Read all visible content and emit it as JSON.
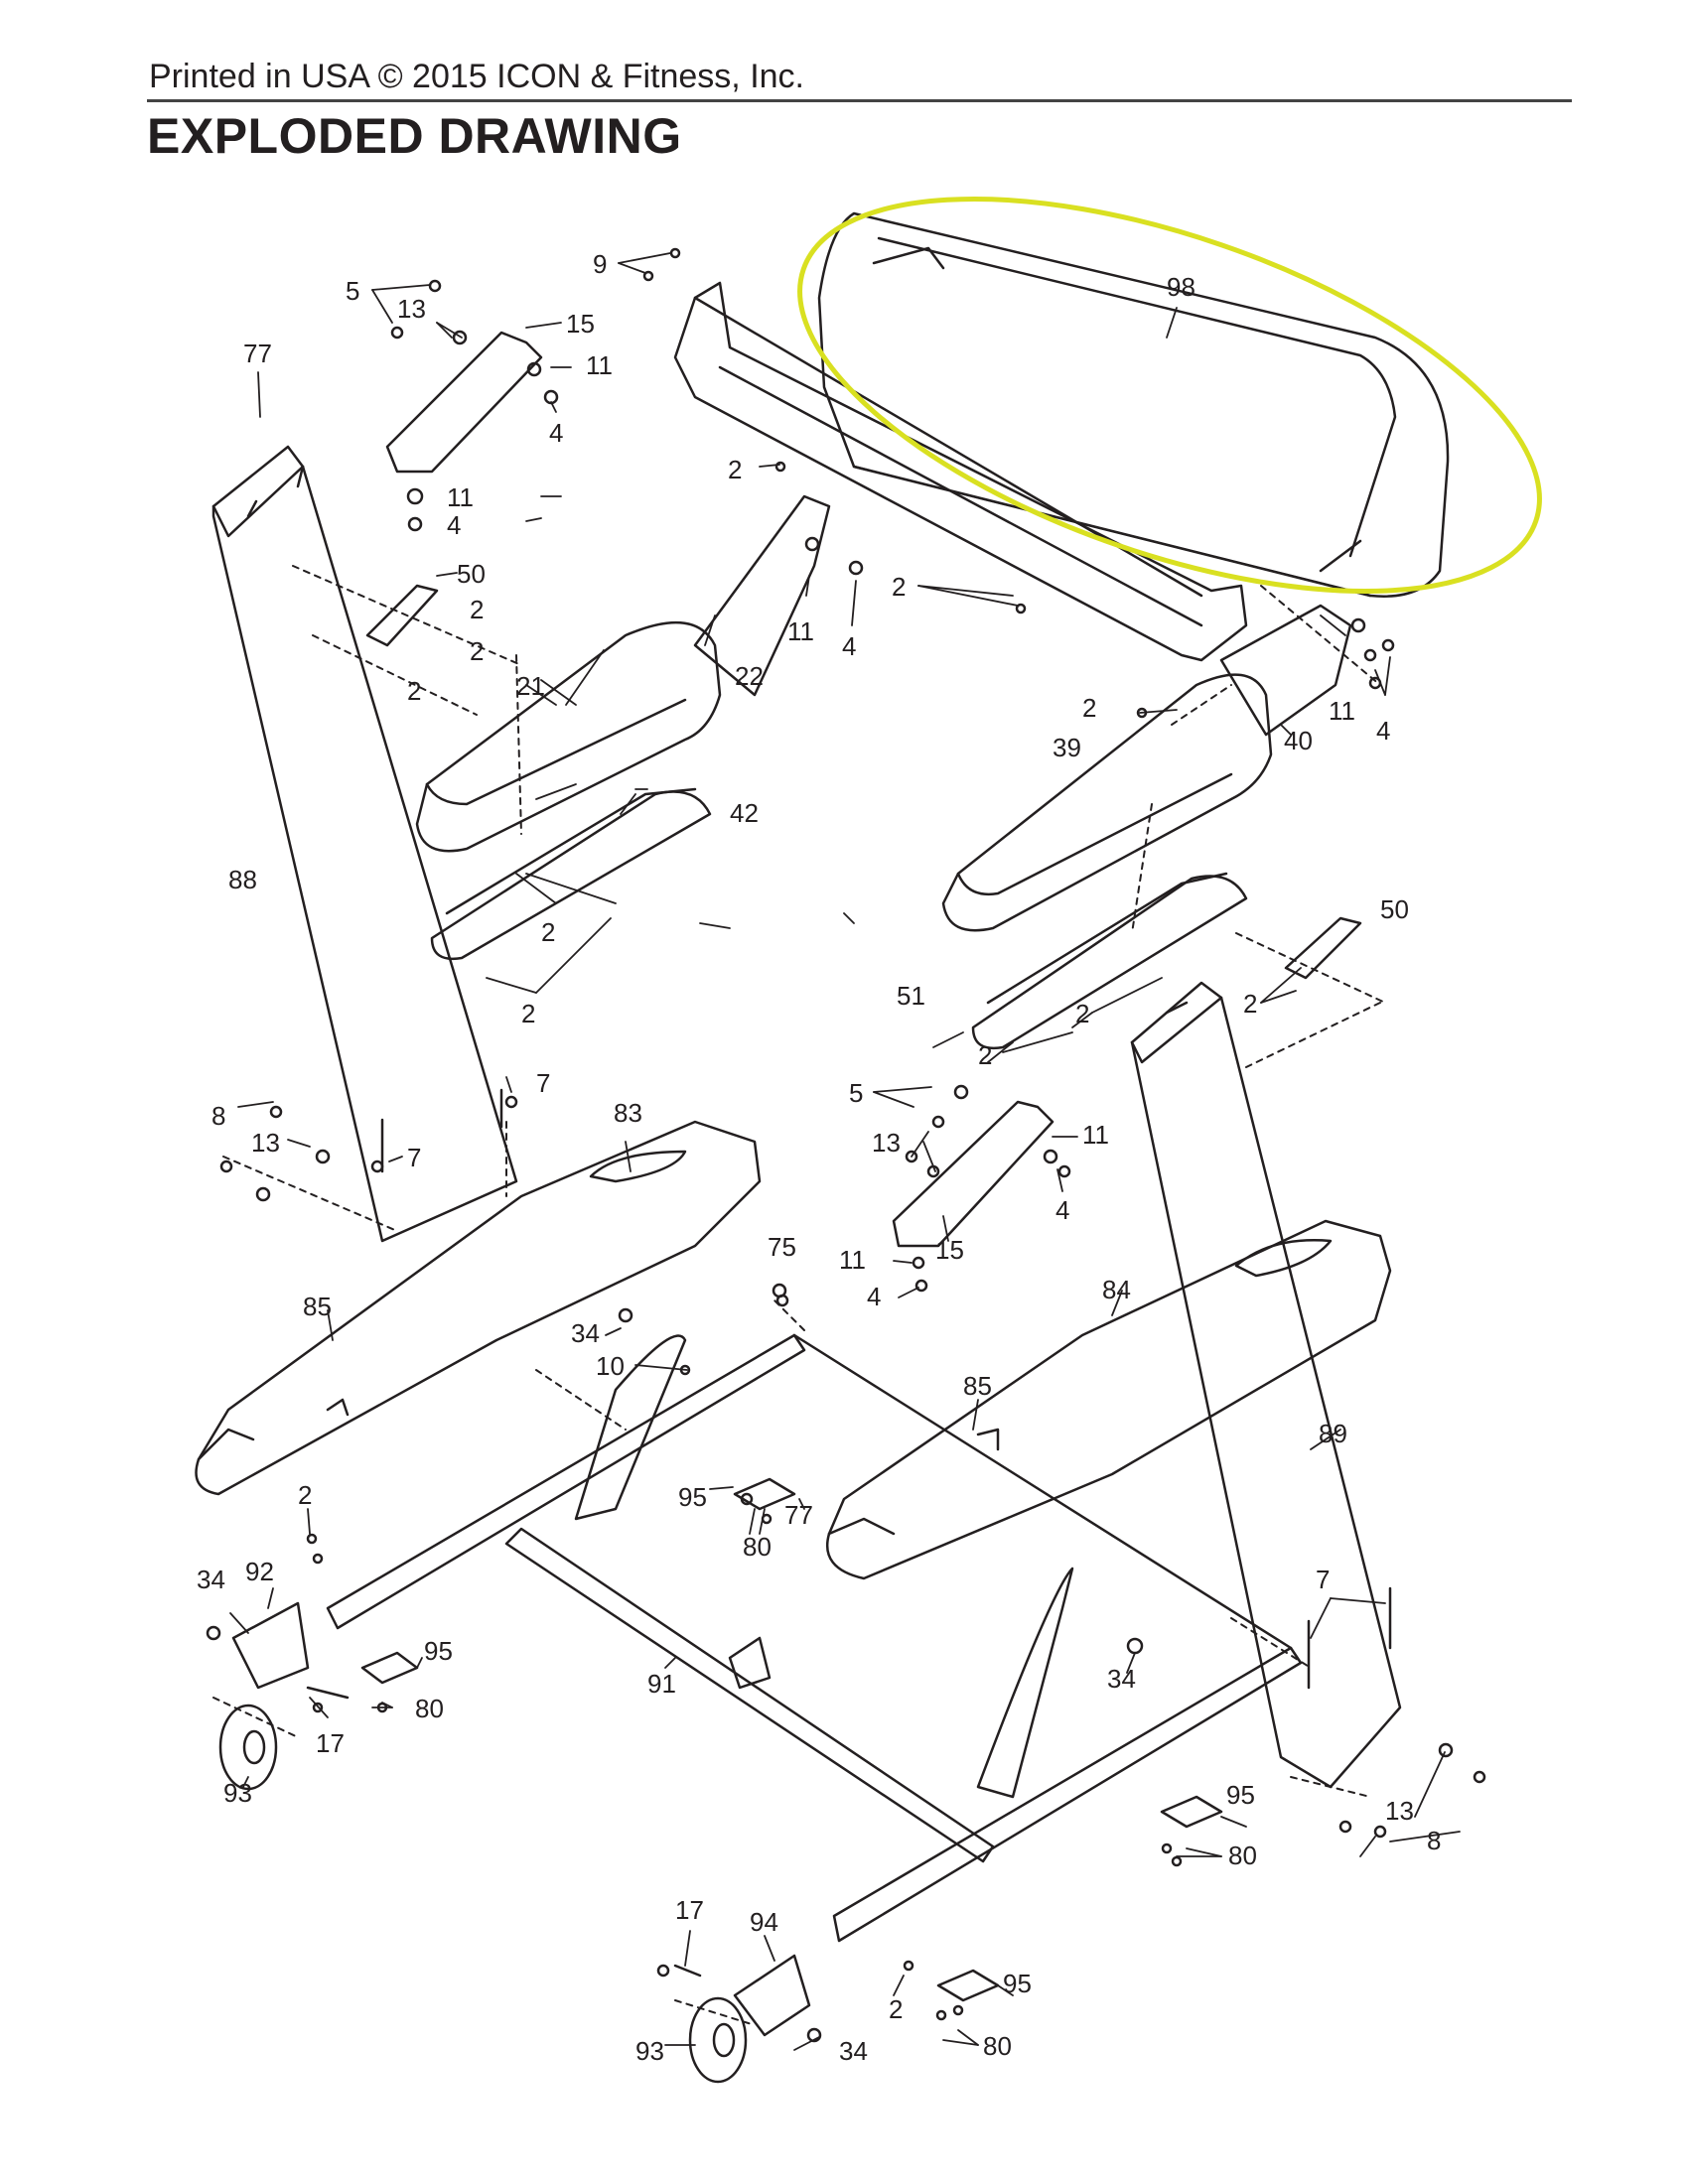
{
  "header": {
    "copyright": "Printed in USA © 2015 ICON & Fitness, Inc.",
    "title": "EXPLODED DRAWING"
  },
  "highlight": {
    "color": "#d9e021",
    "target_part": "98"
  },
  "part_labels": [
    {
      "id": "p9",
      "text": "9"
    },
    {
      "id": "p5a",
      "text": "5"
    },
    {
      "id": "p13a",
      "text": "13"
    },
    {
      "id": "p15a",
      "text": "15"
    },
    {
      "id": "p77a",
      "text": "77"
    },
    {
      "id": "p11a",
      "text": "11"
    },
    {
      "id": "p4a",
      "text": "4"
    },
    {
      "id": "p98",
      "text": "98"
    },
    {
      "id": "p2a",
      "text": "2"
    },
    {
      "id": "p11b",
      "text": "11"
    },
    {
      "id": "p4b",
      "text": "4"
    },
    {
      "id": "p50a",
      "text": "50"
    },
    {
      "id": "p2b",
      "text": "2"
    },
    {
      "id": "p2c",
      "text": "2"
    },
    {
      "id": "p2d",
      "text": "2"
    },
    {
      "id": "p2e",
      "text": "2"
    },
    {
      "id": "p11c",
      "text": "11"
    },
    {
      "id": "p4c",
      "text": "4"
    },
    {
      "id": "p22",
      "text": "22"
    },
    {
      "id": "p21",
      "text": "21"
    },
    {
      "id": "p2f",
      "text": "2"
    },
    {
      "id": "p11d",
      "text": "11"
    },
    {
      "id": "p4d",
      "text": "4"
    },
    {
      "id": "p40",
      "text": "40"
    },
    {
      "id": "p39",
      "text": "39"
    },
    {
      "id": "p42",
      "text": "42"
    },
    {
      "id": "p88",
      "text": "88"
    },
    {
      "id": "p2g",
      "text": "2"
    },
    {
      "id": "p50b",
      "text": "50"
    },
    {
      "id": "p2h",
      "text": "2"
    },
    {
      "id": "p51",
      "text": "51"
    },
    {
      "id": "p2i",
      "text": "2"
    },
    {
      "id": "p2j",
      "text": "2"
    },
    {
      "id": "p2k",
      "text": "2"
    },
    {
      "id": "p7a",
      "text": "7"
    },
    {
      "id": "p8a",
      "text": "8"
    },
    {
      "id": "p13b",
      "text": "13"
    },
    {
      "id": "p7b",
      "text": "7"
    },
    {
      "id": "p83",
      "text": "83"
    },
    {
      "id": "p5b",
      "text": "5"
    },
    {
      "id": "p13c",
      "text": "13"
    },
    {
      "id": "p11e",
      "text": "11"
    },
    {
      "id": "p4e",
      "text": "4"
    },
    {
      "id": "p15b",
      "text": "15"
    },
    {
      "id": "p11f",
      "text": "11"
    },
    {
      "id": "p4f",
      "text": "4"
    },
    {
      "id": "p75",
      "text": "75"
    },
    {
      "id": "p84",
      "text": "84"
    },
    {
      "id": "p85a",
      "text": "85"
    },
    {
      "id": "p34a",
      "text": "34"
    },
    {
      "id": "p10",
      "text": "10"
    },
    {
      "id": "p85b",
      "text": "85"
    },
    {
      "id": "p89",
      "text": "89"
    },
    {
      "id": "p95a",
      "text": "95"
    },
    {
      "id": "p77b",
      "text": "77"
    },
    {
      "id": "p80a",
      "text": "80"
    },
    {
      "id": "p2l",
      "text": "2"
    },
    {
      "id": "p34b",
      "text": "34"
    },
    {
      "id": "p92",
      "text": "92"
    },
    {
      "id": "p95b",
      "text": "95"
    },
    {
      "id": "p80b",
      "text": "80"
    },
    {
      "id": "p17a",
      "text": "17"
    },
    {
      "id": "p93a",
      "text": "93"
    },
    {
      "id": "p91",
      "text": "91"
    },
    {
      "id": "p34c",
      "text": "34"
    },
    {
      "id": "p7c",
      "text": "7"
    },
    {
      "id": "p95c",
      "text": "95"
    },
    {
      "id": "p80c",
      "text": "80"
    },
    {
      "id": "p13d",
      "text": "13"
    },
    {
      "id": "p8b",
      "text": "8"
    },
    {
      "id": "p17b",
      "text": "17"
    },
    {
      "id": "p94",
      "text": "94"
    },
    {
      "id": "p95d",
      "text": "95"
    },
    {
      "id": "p2m",
      "text": "2"
    },
    {
      "id": "p80d",
      "text": "80"
    },
    {
      "id": "p93b",
      "text": "93"
    },
    {
      "id": "p34d",
      "text": "34"
    }
  ]
}
